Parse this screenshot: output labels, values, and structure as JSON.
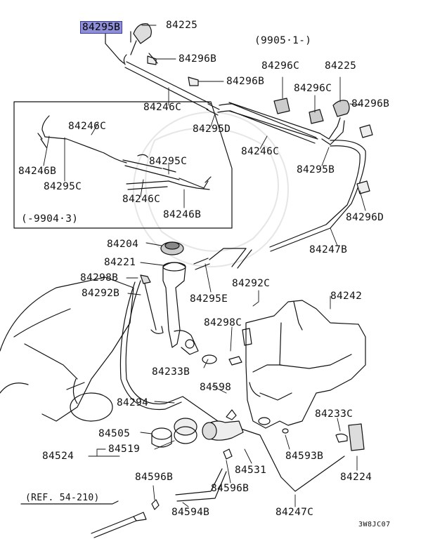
{
  "parts": {
    "p84295b_top": "84295B",
    "p84225_top": "84225",
    "p84296b_1": "84296B",
    "p84296b_2": "84296B",
    "p84246c_1": "84246C",
    "p84295d": "84295D",
    "p84246c_2": "84246C",
    "date_new": "(9905·1-)",
    "p84296c_1": "84296C",
    "p84225_2": "84225",
    "p84296c_2": "84296C",
    "p84296b_3": "84296B",
    "p84295b_2": "84295B",
    "p84296d": "84296D",
    "p84247b": "84247B",
    "inset_84246c_1": "84246C",
    "inset_84246b_1": "84246B",
    "inset_84295c_1": "84295C",
    "inset_84295c_2": "84295C",
    "inset_84246c_2": "84246C",
    "inset_84246b_2": "84246B",
    "date_old": "(-9904·3)",
    "p84204": "84204",
    "p84221": "84221",
    "p84298b_1": "84298B",
    "p84292b": "84292B",
    "p84295e": "84295E",
    "p84292c": "84292C",
    "p84242": "84242",
    "p84298c": "84298C",
    "p84233b": "84233B",
    "p84598": "84598",
    "p84294": "84294",
    "p84233c": "84233C",
    "p84505": "84505",
    "p84519": "84519",
    "p84524": "84524",
    "p84531": "84531",
    "p84593b": "84593B",
    "p84224": "84224",
    "p84596b_1": "84596B",
    "p84596b_2": "84596B",
    "ref": "(REF. 54-210)",
    "p84594b": "84594B",
    "p84247c": "84247C",
    "code": "3W8JC07"
  }
}
